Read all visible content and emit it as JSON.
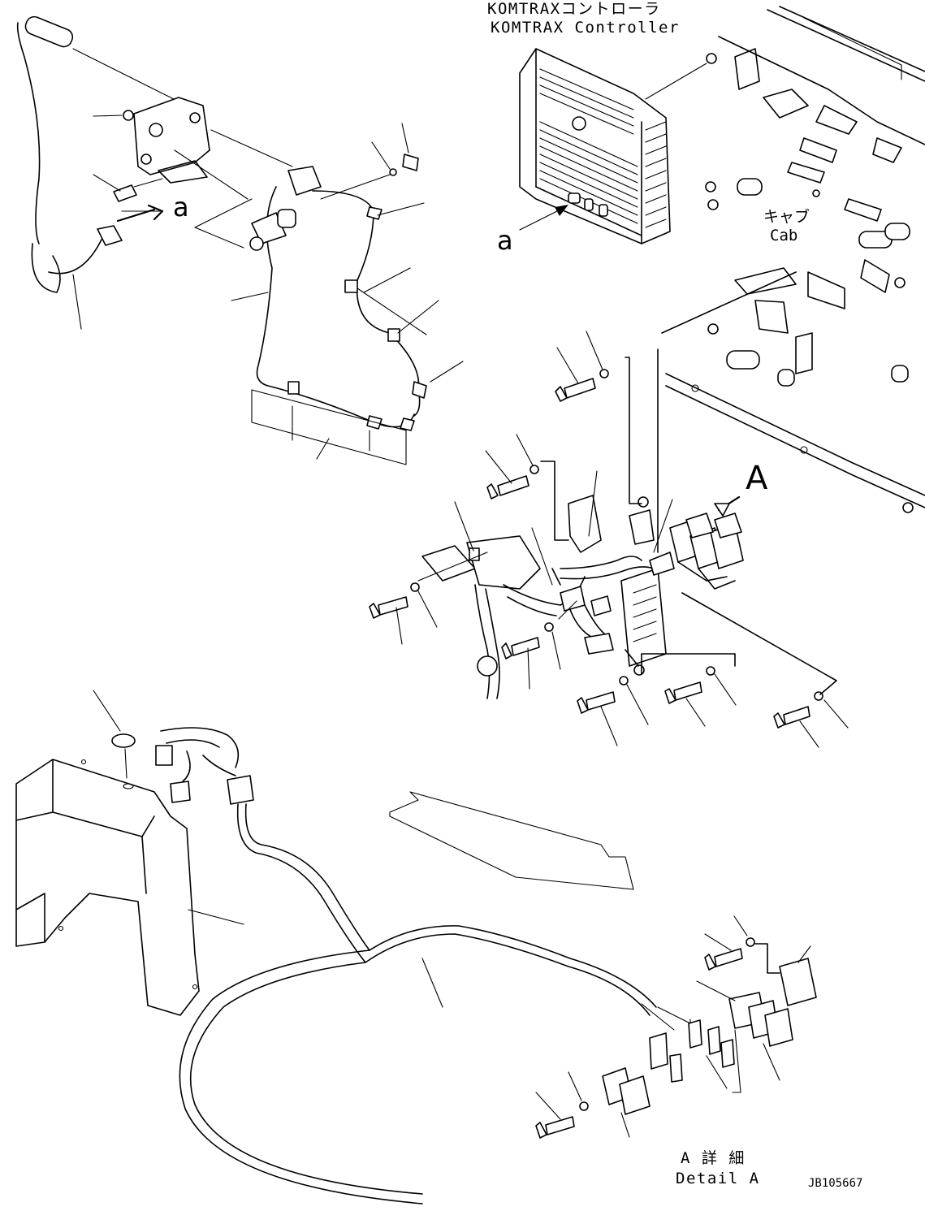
{
  "labels": {
    "controller_jp": "KOMTRAXコントローラ",
    "controller_en": "KOMTRAX Controller",
    "cab_jp": "キャブ",
    "cab_en": "Cab",
    "ref_a_left": "a",
    "ref_a_right": "a",
    "detail_marker": "A",
    "detail_jp": "A 詳 細",
    "detail_en": "Detail A",
    "drawing_number": "JB105667"
  }
}
